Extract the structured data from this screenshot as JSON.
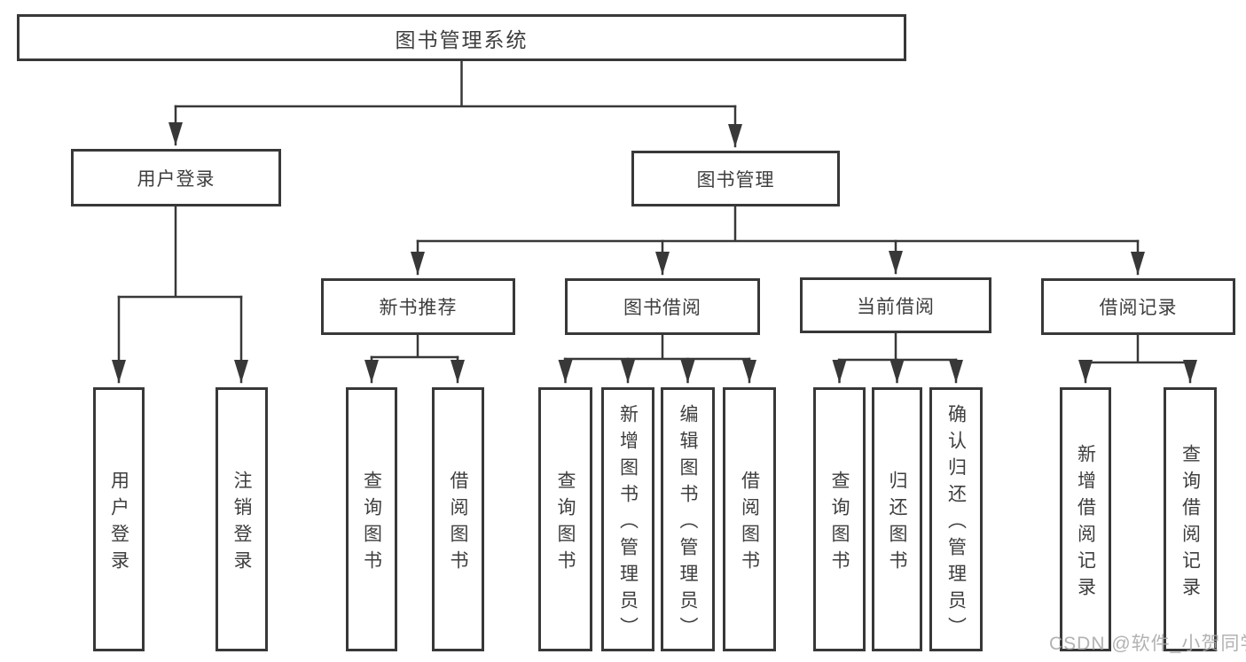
{
  "diagram_type": "function-structure-tree",
  "colors": {
    "line": "#383838",
    "node_border": "#383838",
    "text": "#3e3e3e",
    "background": "#ffffff",
    "watermark": "#a5a5a5"
  },
  "tree": {
    "root": {
      "label": "图书管理系统",
      "children": [
        {
          "label": "用户登录",
          "children": [
            {
              "label": "用户登录"
            },
            {
              "label": "注销登录"
            }
          ]
        },
        {
          "label": "图书管理",
          "children": [
            {
              "label": "新书推荐",
              "children": [
                {
                  "label": "查询图书"
                },
                {
                  "label": "借阅图书"
                }
              ]
            },
            {
              "label": "图书借阅",
              "children": [
                {
                  "label": "查询图书"
                },
                {
                  "label": "新增图书（管理员）"
                },
                {
                  "label": "编辑图书（管理员）"
                },
                {
                  "label": "借阅图书"
                }
              ]
            },
            {
              "label": "当前借阅",
              "children": [
                {
                  "label": "查询图书"
                },
                {
                  "label": "归还图书"
                },
                {
                  "label": "确认归还（管理员）"
                }
              ]
            },
            {
              "label": "借阅记录",
              "children": [
                {
                  "label": "新增借阅记录"
                },
                {
                  "label": "查询借阅记录"
                }
              ]
            }
          ]
        }
      ]
    }
  },
  "watermark": {
    "text": "CSDN @软件_小贺同学"
  }
}
